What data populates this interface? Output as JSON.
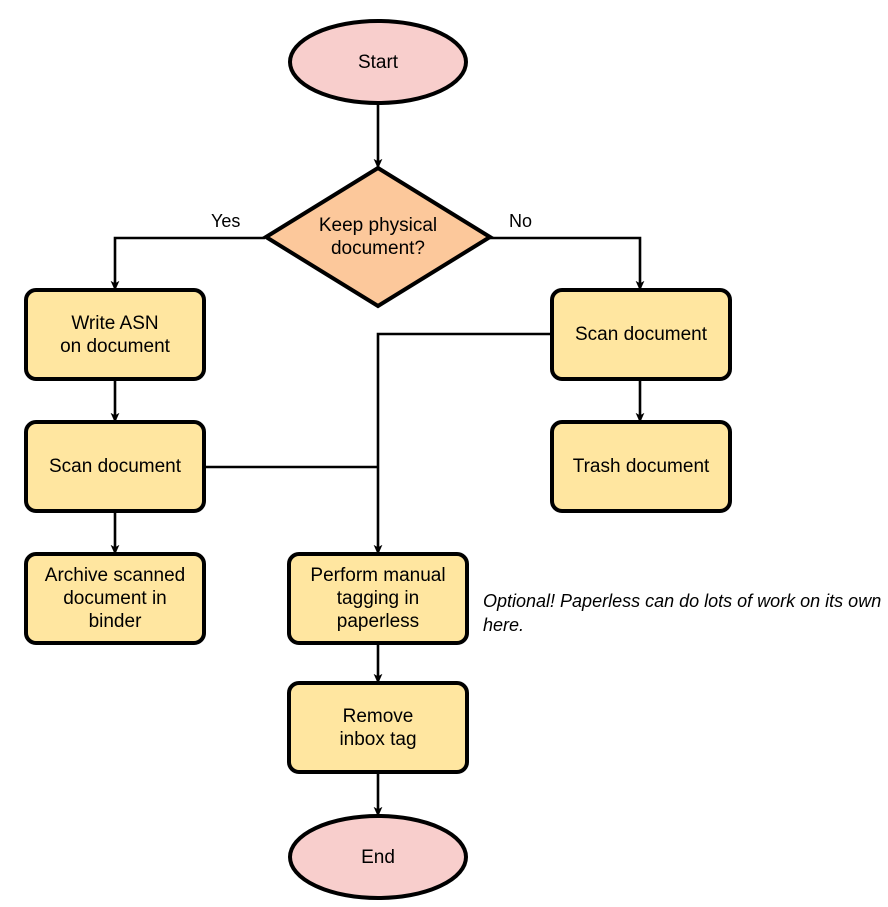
{
  "diagram": {
    "type": "flowchart",
    "title_text": "",
    "background_color": "#FFFFFF",
    "stroke_color": "#000000",
    "text_color": "#000000",
    "palette": {
      "terminator_fill": "#F8CECC",
      "decision_fill": "#FCC89B",
      "process_fill": "#FFE6A0"
    },
    "nodes": {
      "start": {
        "label": "Start",
        "shape": "ellipse",
        "fill": "#F8CECC"
      },
      "decision": {
        "label": "Keep physical\ndocument?",
        "shape": "diamond",
        "fill": "#FCC89B"
      },
      "write_asn": {
        "label": "Write ASN\non document",
        "shape": "process",
        "fill": "#FFE6A0"
      },
      "scan_left": {
        "label": "Scan document",
        "shape": "process",
        "fill": "#FFE6A0"
      },
      "archive": {
        "label": "Archive scanned\ndocument in\nbinder",
        "shape": "process",
        "fill": "#FFE6A0"
      },
      "scan_right": {
        "label": "Scan document",
        "shape": "process",
        "fill": "#FFE6A0"
      },
      "trash": {
        "label": "Trash document",
        "shape": "process",
        "fill": "#FFE6A0"
      },
      "tagging": {
        "label": "Perform manual\ntagging in\npaperless",
        "shape": "process",
        "fill": "#FFE6A0"
      },
      "remove_inbox": {
        "label": "Remove\ninbox tag",
        "shape": "process",
        "fill": "#FFE6A0"
      },
      "end": {
        "label": "End",
        "shape": "ellipse",
        "fill": "#F8CECC"
      }
    },
    "edge_labels": {
      "yes": "Yes",
      "no": "No"
    },
    "notes": {
      "optional": "Optional! Paperless can do lots of work on its own here."
    }
  }
}
